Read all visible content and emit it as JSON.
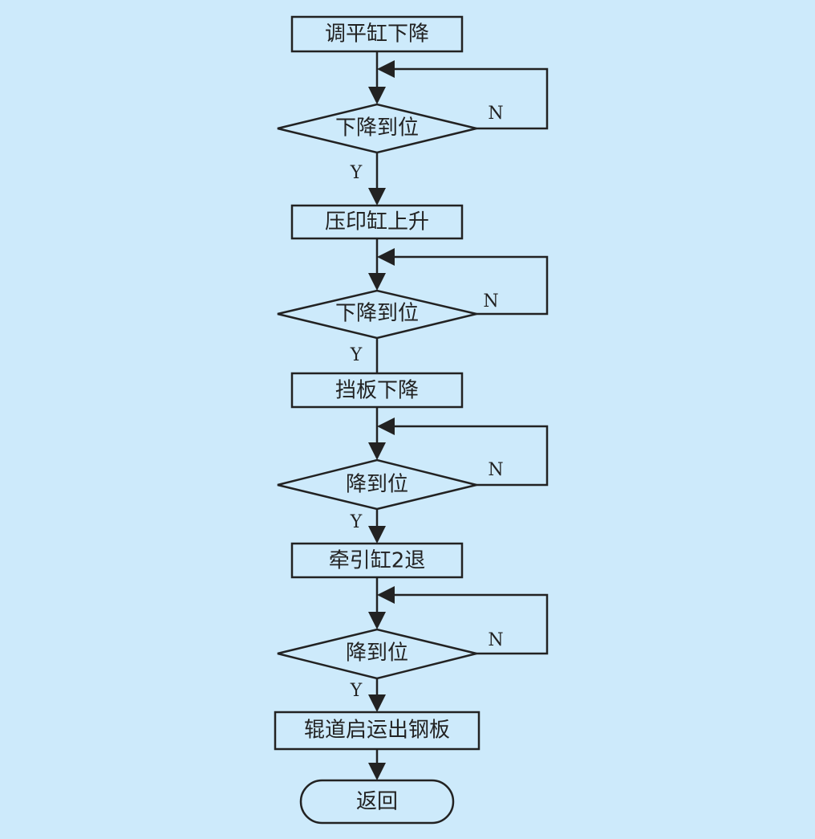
{
  "colors": {
    "background": "#cdeafb",
    "line": "#222222"
  },
  "steps": [
    {
      "label": "调平缸下降",
      "check": "下降到位"
    },
    {
      "label": "压印缸上升",
      "check": "下降到位"
    },
    {
      "label": "挡板下降",
      "check": "降到位"
    },
    {
      "label": "牵引缸2退",
      "check": "降到位"
    }
  ],
  "final_step": "辊道启运出钢板",
  "end": "返回",
  "branch": {
    "yes": "Y",
    "no": "N"
  }
}
